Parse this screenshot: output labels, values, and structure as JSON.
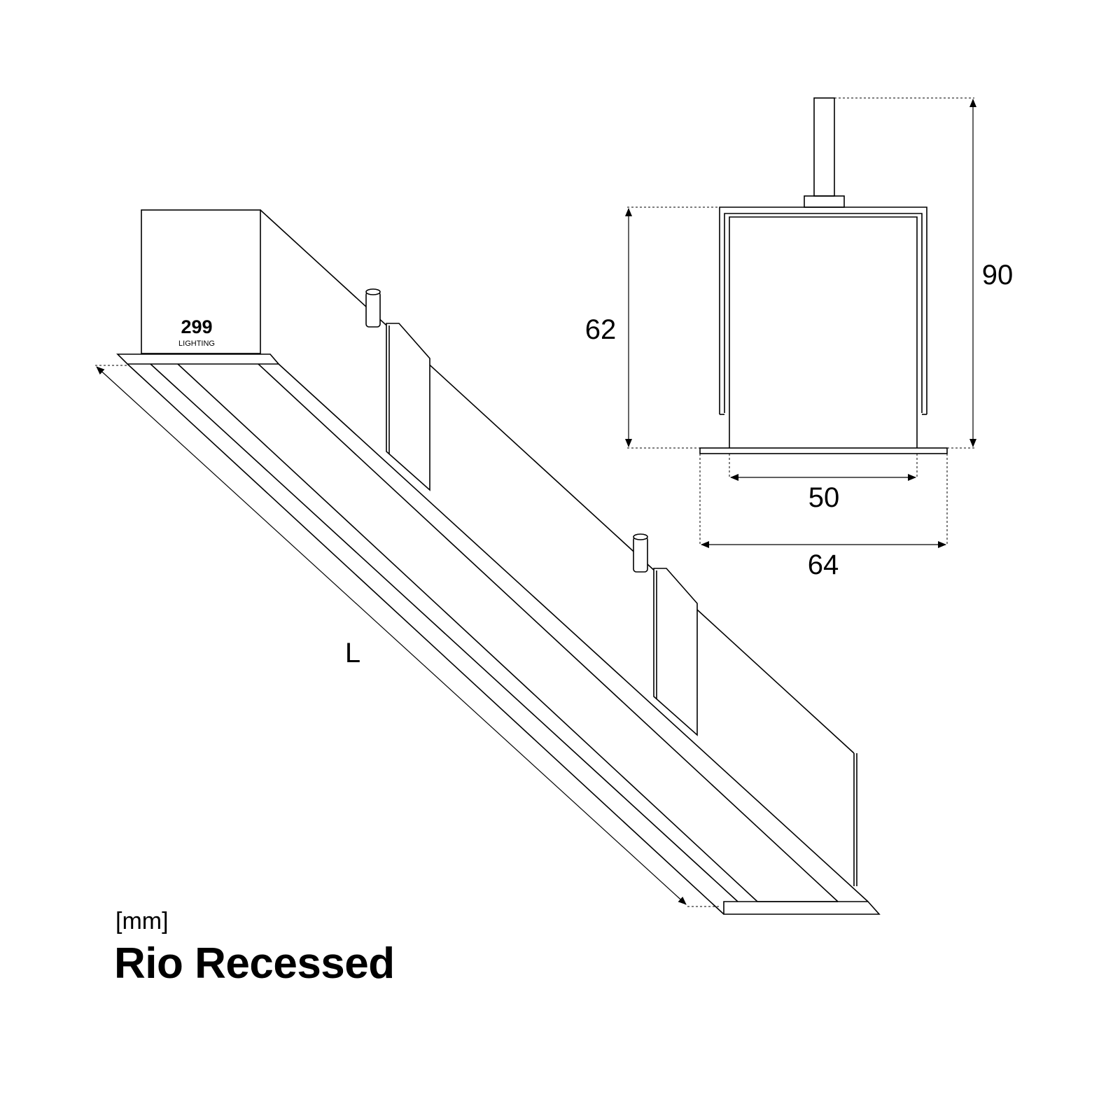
{
  "logo": {
    "brand_number": "299",
    "brand_name": "LIGHTING"
  },
  "dimensions": {
    "length_label": "L",
    "height_body": "62",
    "height_total": "90",
    "width_inner": "50",
    "width_outer": "64"
  },
  "caption": {
    "unit": "[mm]",
    "title": "Rio Recessed"
  }
}
